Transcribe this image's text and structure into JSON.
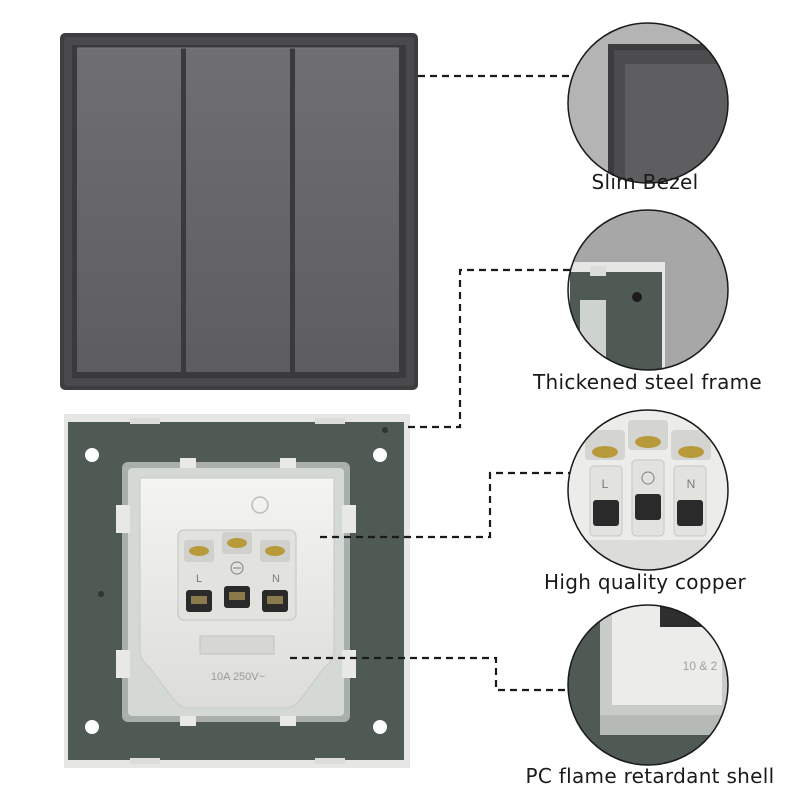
{
  "callouts": [
    {
      "label": "Slim Bezel"
    },
    {
      "label": "Thickened steel frame"
    },
    {
      "label": "High quality copper"
    },
    {
      "label": "PC flame retardant shell"
    }
  ],
  "module": {
    "terminal_left": "L",
    "terminal_right": "N",
    "rating": "10A 250V~",
    "detail_rating": "10 & 2"
  },
  "colors": {
    "panel_dark": "#4a4a4c",
    "frame_green": "#4f5a55",
    "module_white": "#ececea",
    "background": "#ffffff"
  }
}
